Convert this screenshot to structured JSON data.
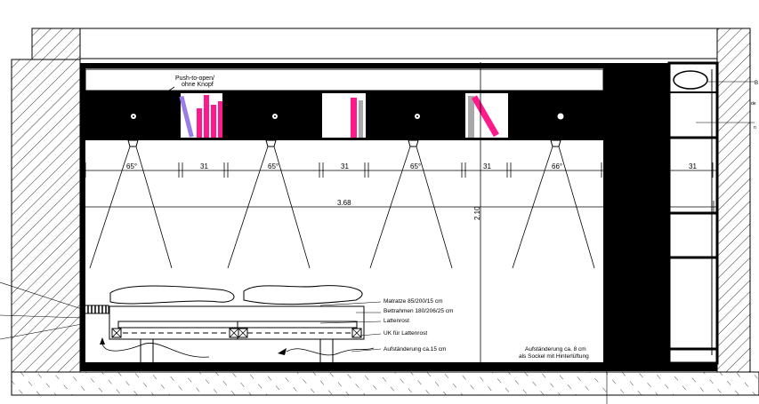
{
  "drawing": {
    "callout_push": [
      "Push-to-open/",
      "ohne Knopf"
    ],
    "dimensions": {
      "lamp_angles": [
        "65°",
        "65°",
        "65°",
        "66°"
      ],
      "gaps": [
        "31",
        "31",
        "31",
        "31"
      ],
      "total_width": "3.68",
      "height": "2.10"
    },
    "bed_labels": {
      "mattress": "Matratze 85/200/15 cm",
      "frame": "Bettrahmen 180/206/25 cm",
      "slats": "Lattenrost",
      "slat_support": "UK für Lattenrost",
      "raise": "Aufständerung ca.15 cm"
    },
    "wardrobe_note": [
      "Aufständerung ca. 8 cm",
      "als Sockel mit Hinterlüftung"
    ],
    "right_edge_labels": [
      "B",
      "de",
      "n"
    ]
  },
  "colors": {
    "ink": "#000000",
    "book_pink": "#ff1a8c",
    "book_violet": "#9b7bea",
    "book_gray": "#a8a8a8",
    "book_white": "#ffffff"
  }
}
